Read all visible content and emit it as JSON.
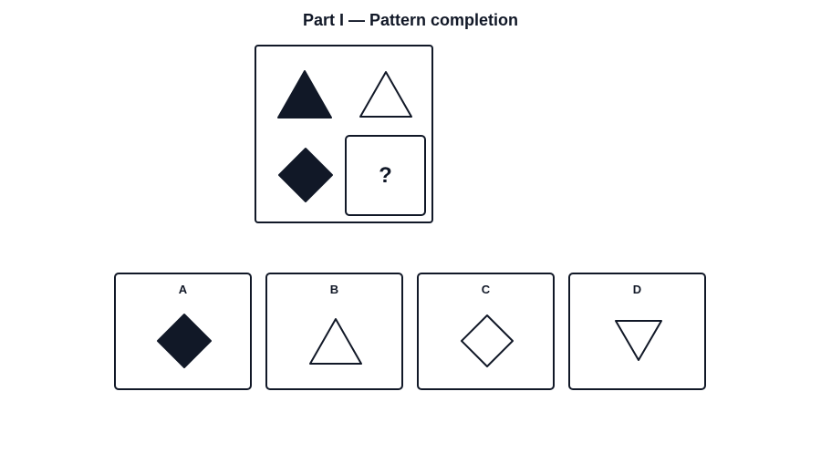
{
  "title": "Part I — Pattern completion",
  "matrix": {
    "cells": [
      {
        "shape": "triangle",
        "fill": "solid"
      },
      {
        "shape": "triangle",
        "fill": "outline"
      },
      {
        "shape": "diamond",
        "fill": "solid"
      }
    ],
    "missing_label": "?"
  },
  "options": [
    {
      "label": "A",
      "shape": "diamond",
      "fill": "solid"
    },
    {
      "label": "B",
      "shape": "triangle",
      "fill": "outline"
    },
    {
      "label": "C",
      "shape": "diamond",
      "fill": "outline"
    },
    {
      "label": "D",
      "shape": "inverted-triangle",
      "fill": "outline"
    }
  ],
  "colors": {
    "ink": "#111827",
    "background": "#ffffff"
  }
}
